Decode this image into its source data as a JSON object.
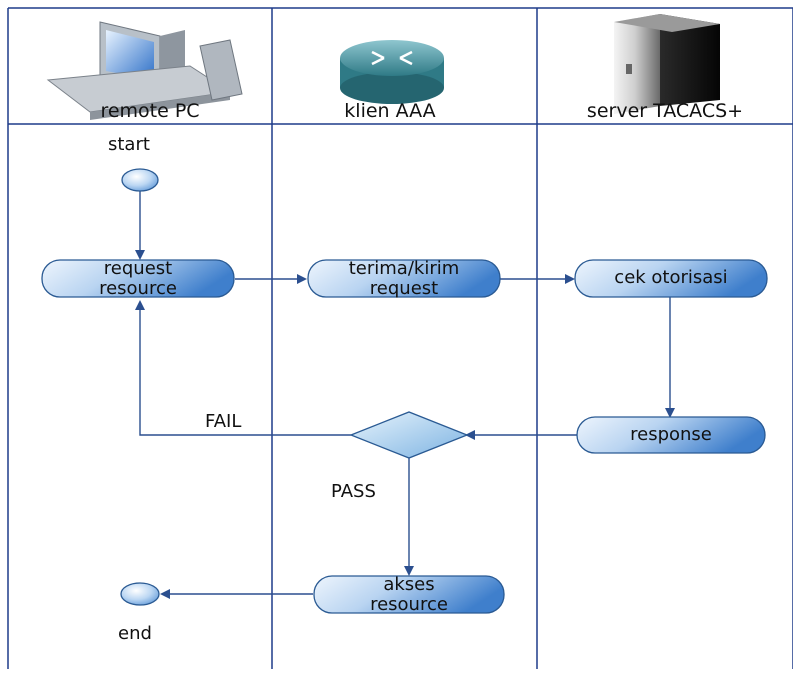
{
  "lanes": [
    {
      "title": "remote PC",
      "icon": "desktop-computer-icon"
    },
    {
      "title": "klien AAA",
      "icon": "router-icon"
    },
    {
      "title": "server TACACS+",
      "icon": "server-tower-icon"
    }
  ],
  "nodes": {
    "start": "start",
    "end": "end",
    "request_resource": [
      "request",
      "resource"
    ],
    "terima_kirim": [
      "terima/kirim",
      "request"
    ],
    "cek_otorisasi": "cek otorisasi",
    "response": "response",
    "akses_resource": [
      "akses",
      "resource"
    ]
  },
  "edges": {
    "fail": "FAIL",
    "pass": "PASS"
  },
  "colors": {
    "node_fill_light": "#e8f1fb",
    "node_fill_dark": "#3f7fcc",
    "node_stroke": "#2a5a93",
    "lane_line": "#1f3c8a",
    "arrow": "#2b4f8f",
    "diamond_light": "#dceefa",
    "diamond_dark": "#6aa6dc"
  }
}
